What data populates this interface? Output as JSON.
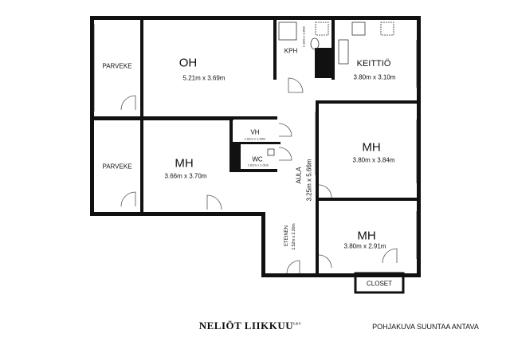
{
  "rooms": {
    "parveke1": {
      "name": "PARVEKE"
    },
    "oh": {
      "name": "OH",
      "size": "5.21m x 3.69m"
    },
    "kph": {
      "name": "KPH",
      "size": "2.18m x 1.80m"
    },
    "keittio": {
      "name": "KEITTIÖ",
      "size": "3.80m x 3.10m"
    },
    "parveke2": {
      "name": "PARVEKE"
    },
    "mh1": {
      "name": "MH",
      "size": "3.66m x 3.70m"
    },
    "vh": {
      "name": "VH",
      "size": "1.61m x 1.09m"
    },
    "wc": {
      "name": "WC",
      "size": "1.61m x 1.01m"
    },
    "aula": {
      "name": "AULA",
      "size": "3.25m x 5.66m"
    },
    "mh2": {
      "name": "MH",
      "size": "3.80m x 3.84m"
    },
    "eteinen": {
      "name": "ETEINEN",
      "size": "1.52m x 2.30m"
    },
    "mh3": {
      "name": "MH",
      "size": "3.80m x 2.91m"
    },
    "closet": {
      "name": "CLOSET"
    }
  },
  "footer": {
    "brand": "NELIÖT LIIKKUU",
    "brand_mark": "LKV",
    "note": "POHJAKUVA SUUNTAA ANTAVA"
  }
}
